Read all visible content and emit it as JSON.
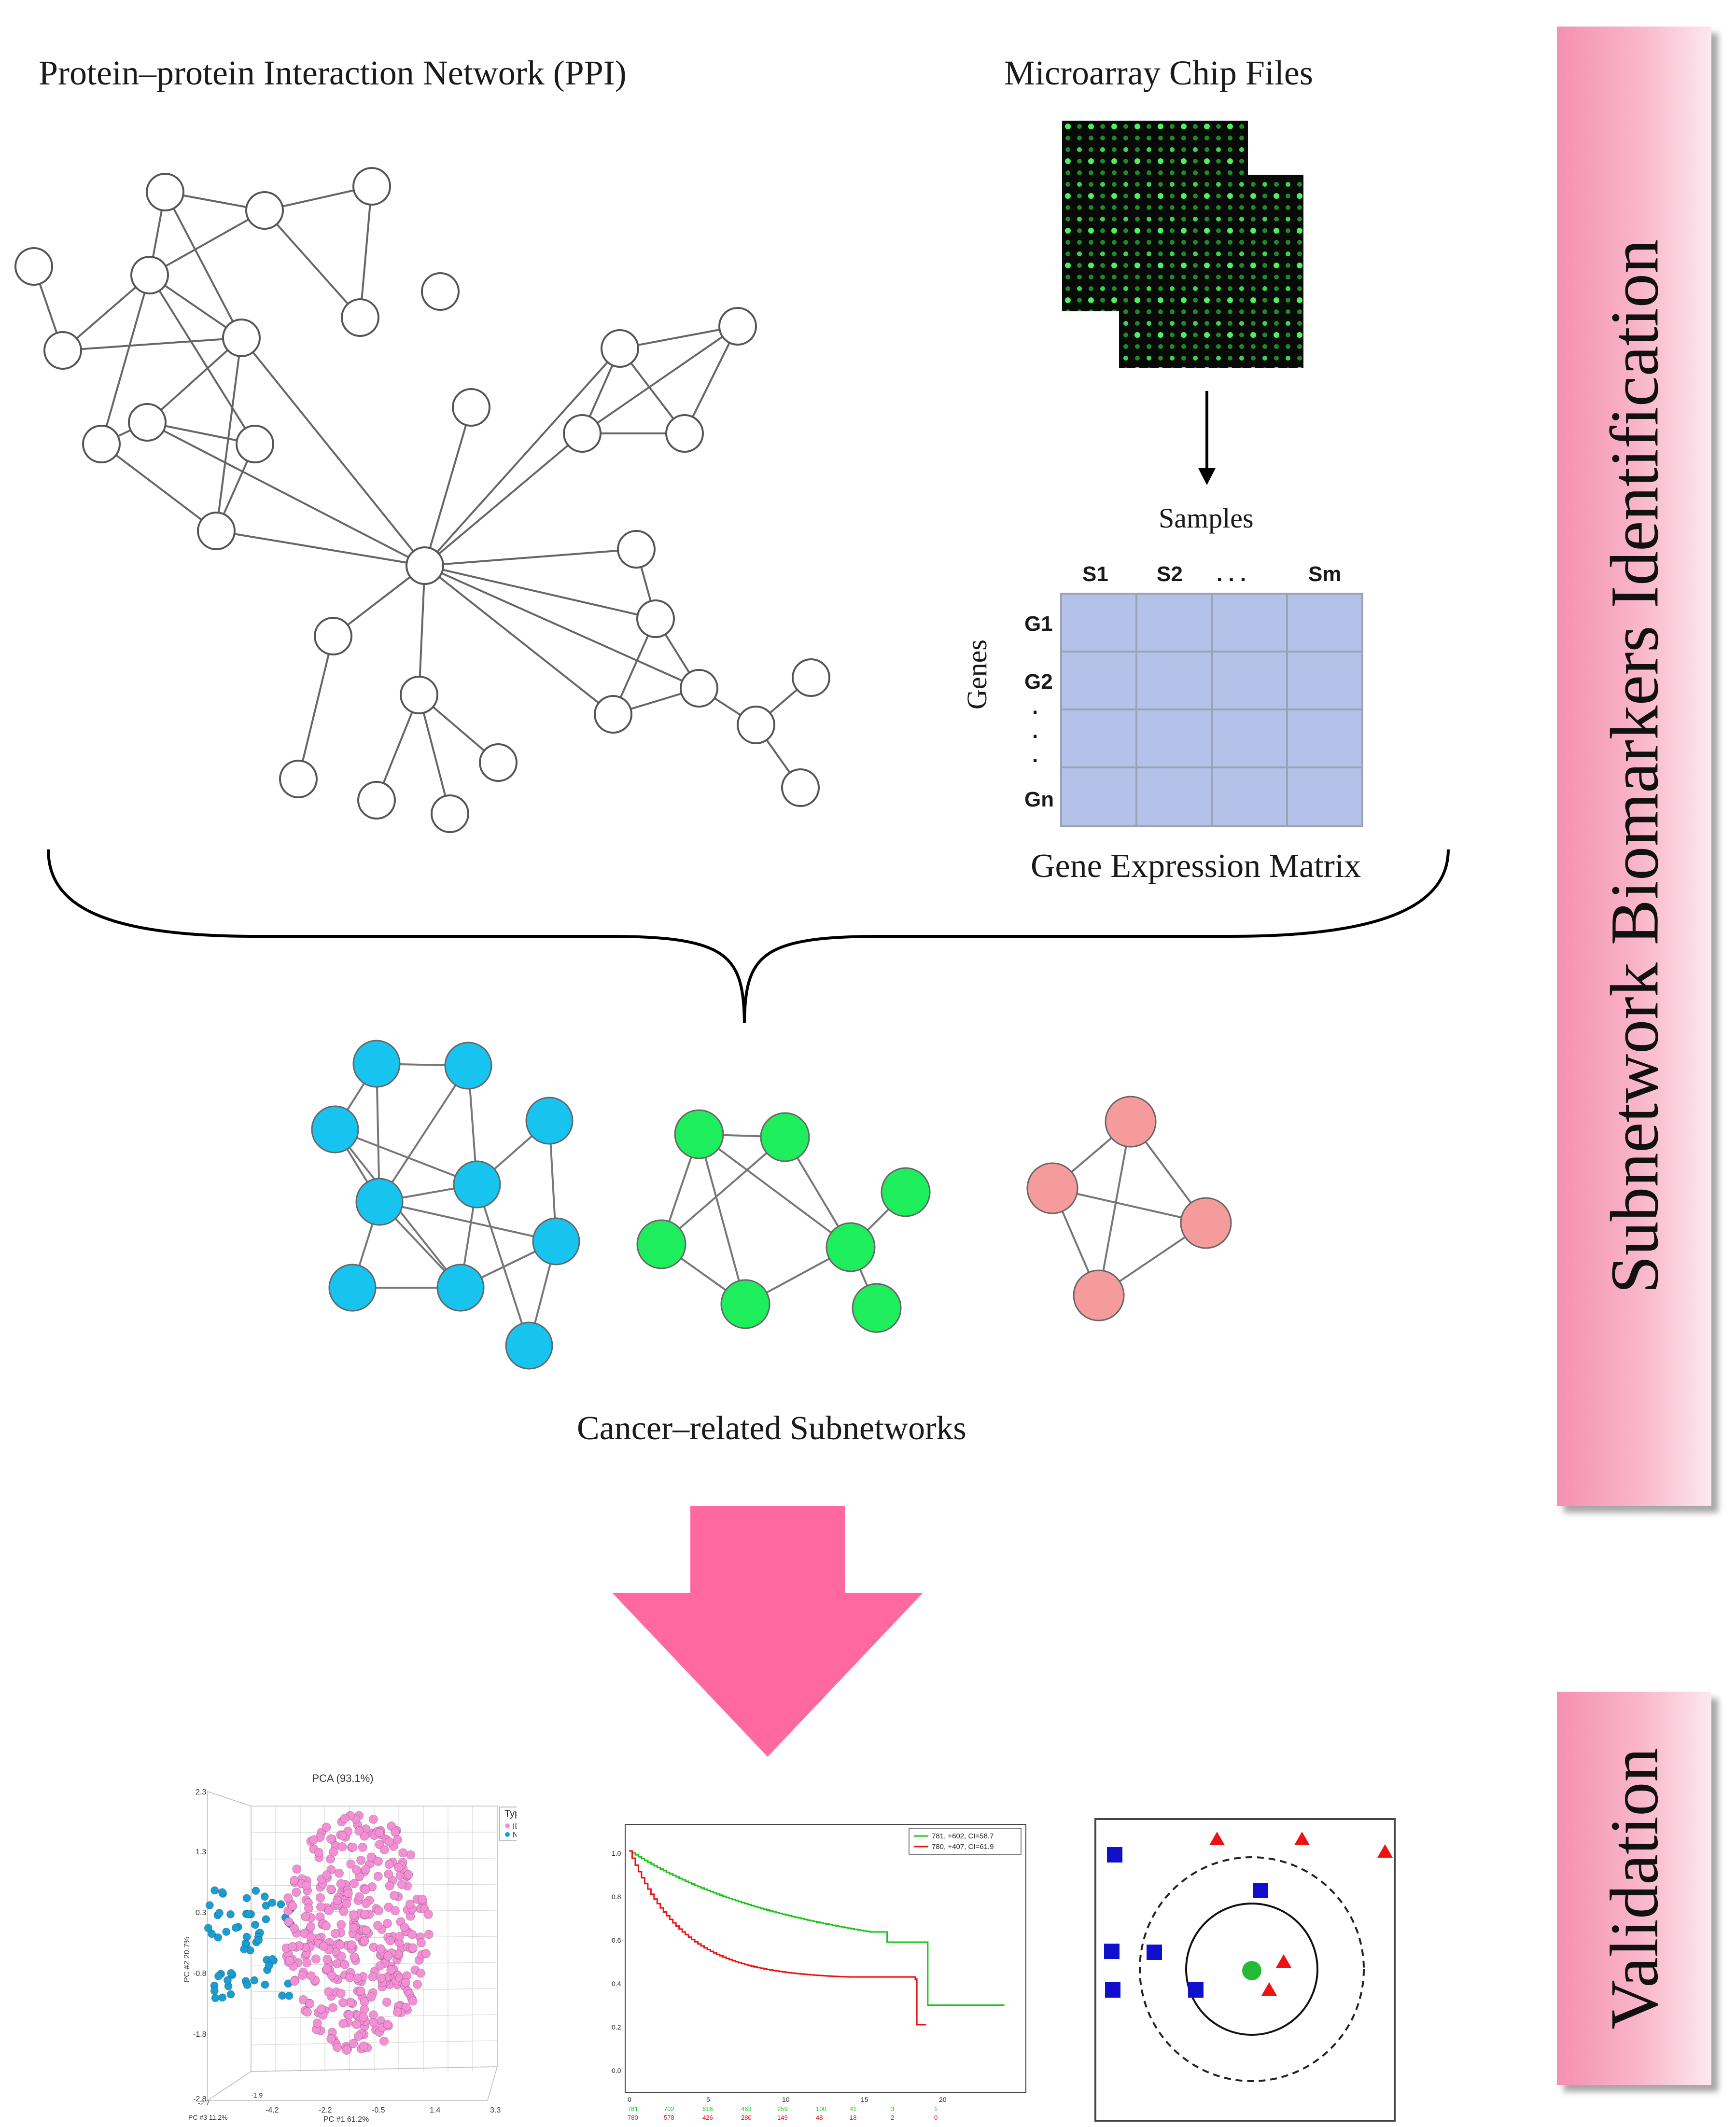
{
  "ppi": {
    "title": "Protein–protein  Interaction  Network  (PPI)"
  },
  "microarray": {
    "title": "Microarray  Chip  Files"
  },
  "matrix": {
    "samples_label": "Samples",
    "genes_label": "Genes",
    "columns": [
      "S1",
      "S2",
      ". . .",
      "Sm"
    ],
    "rows": [
      "G1",
      "G2",
      ".",
      ".",
      ".",
      "Gn"
    ],
    "caption": "Gene  Expression  Matrix",
    "fill_color": "#b4c2ea"
  },
  "subnetworks": {
    "caption": "Cancer–related  Subnetworks",
    "colors": [
      "#17c4f0",
      "#1eee5c",
      "#f59b9b"
    ]
  },
  "sidebar": {
    "identification": "Subnetwork  Biomarkers  Identification",
    "validation": "Validation"
  },
  "arrow_color": "#ff69a0",
  "pca": {
    "title": "PCA (93.1%)",
    "legend_title": "Type",
    "legend_items": [
      "IDC",
      "Normal"
    ],
    "y_ticks": [
      "2.3",
      "1.3",
      "0.3",
      "-0.8",
      "-1.8",
      "-2.8"
    ],
    "x_ticks": [
      "-4.2",
      "-2.2",
      "-0.5",
      "1.4",
      "3.3"
    ],
    "y_axis_label": "PC #2 20.7%",
    "x_axis_label": "PC #1 61.2%",
    "z_axis_label": "PC #3 11.2%",
    "z_ticks": [
      "-2.7",
      "-1.9"
    ],
    "colors": {
      "idc": "#f48fd6",
      "normal": "#1a9dd1"
    }
  },
  "km": {
    "legend": [
      "781, +602, CI=58.7",
      "780, +407, CI=61.9"
    ],
    "y_ticks": [
      "1.0",
      "0.8",
      "0.6",
      "0.4",
      "0.2",
      "0.0"
    ],
    "x_ticks": [
      "0",
      "5",
      "10",
      "15",
      "20"
    ],
    "risk_green": [
      "781",
      "702",
      "616",
      "463",
      "259",
      "100",
      "41",
      "3",
      "1"
    ],
    "risk_red": [
      "780",
      "578",
      "426",
      "280",
      "149",
      "48",
      "18",
      "2",
      "0"
    ],
    "colors": {
      "green": "#18c418",
      "red": "#ee1111"
    }
  },
  "knn": {
    "colors": {
      "square": "#1010cc",
      "triangle": "#ee1111",
      "circle": "#22bb33"
    }
  }
}
